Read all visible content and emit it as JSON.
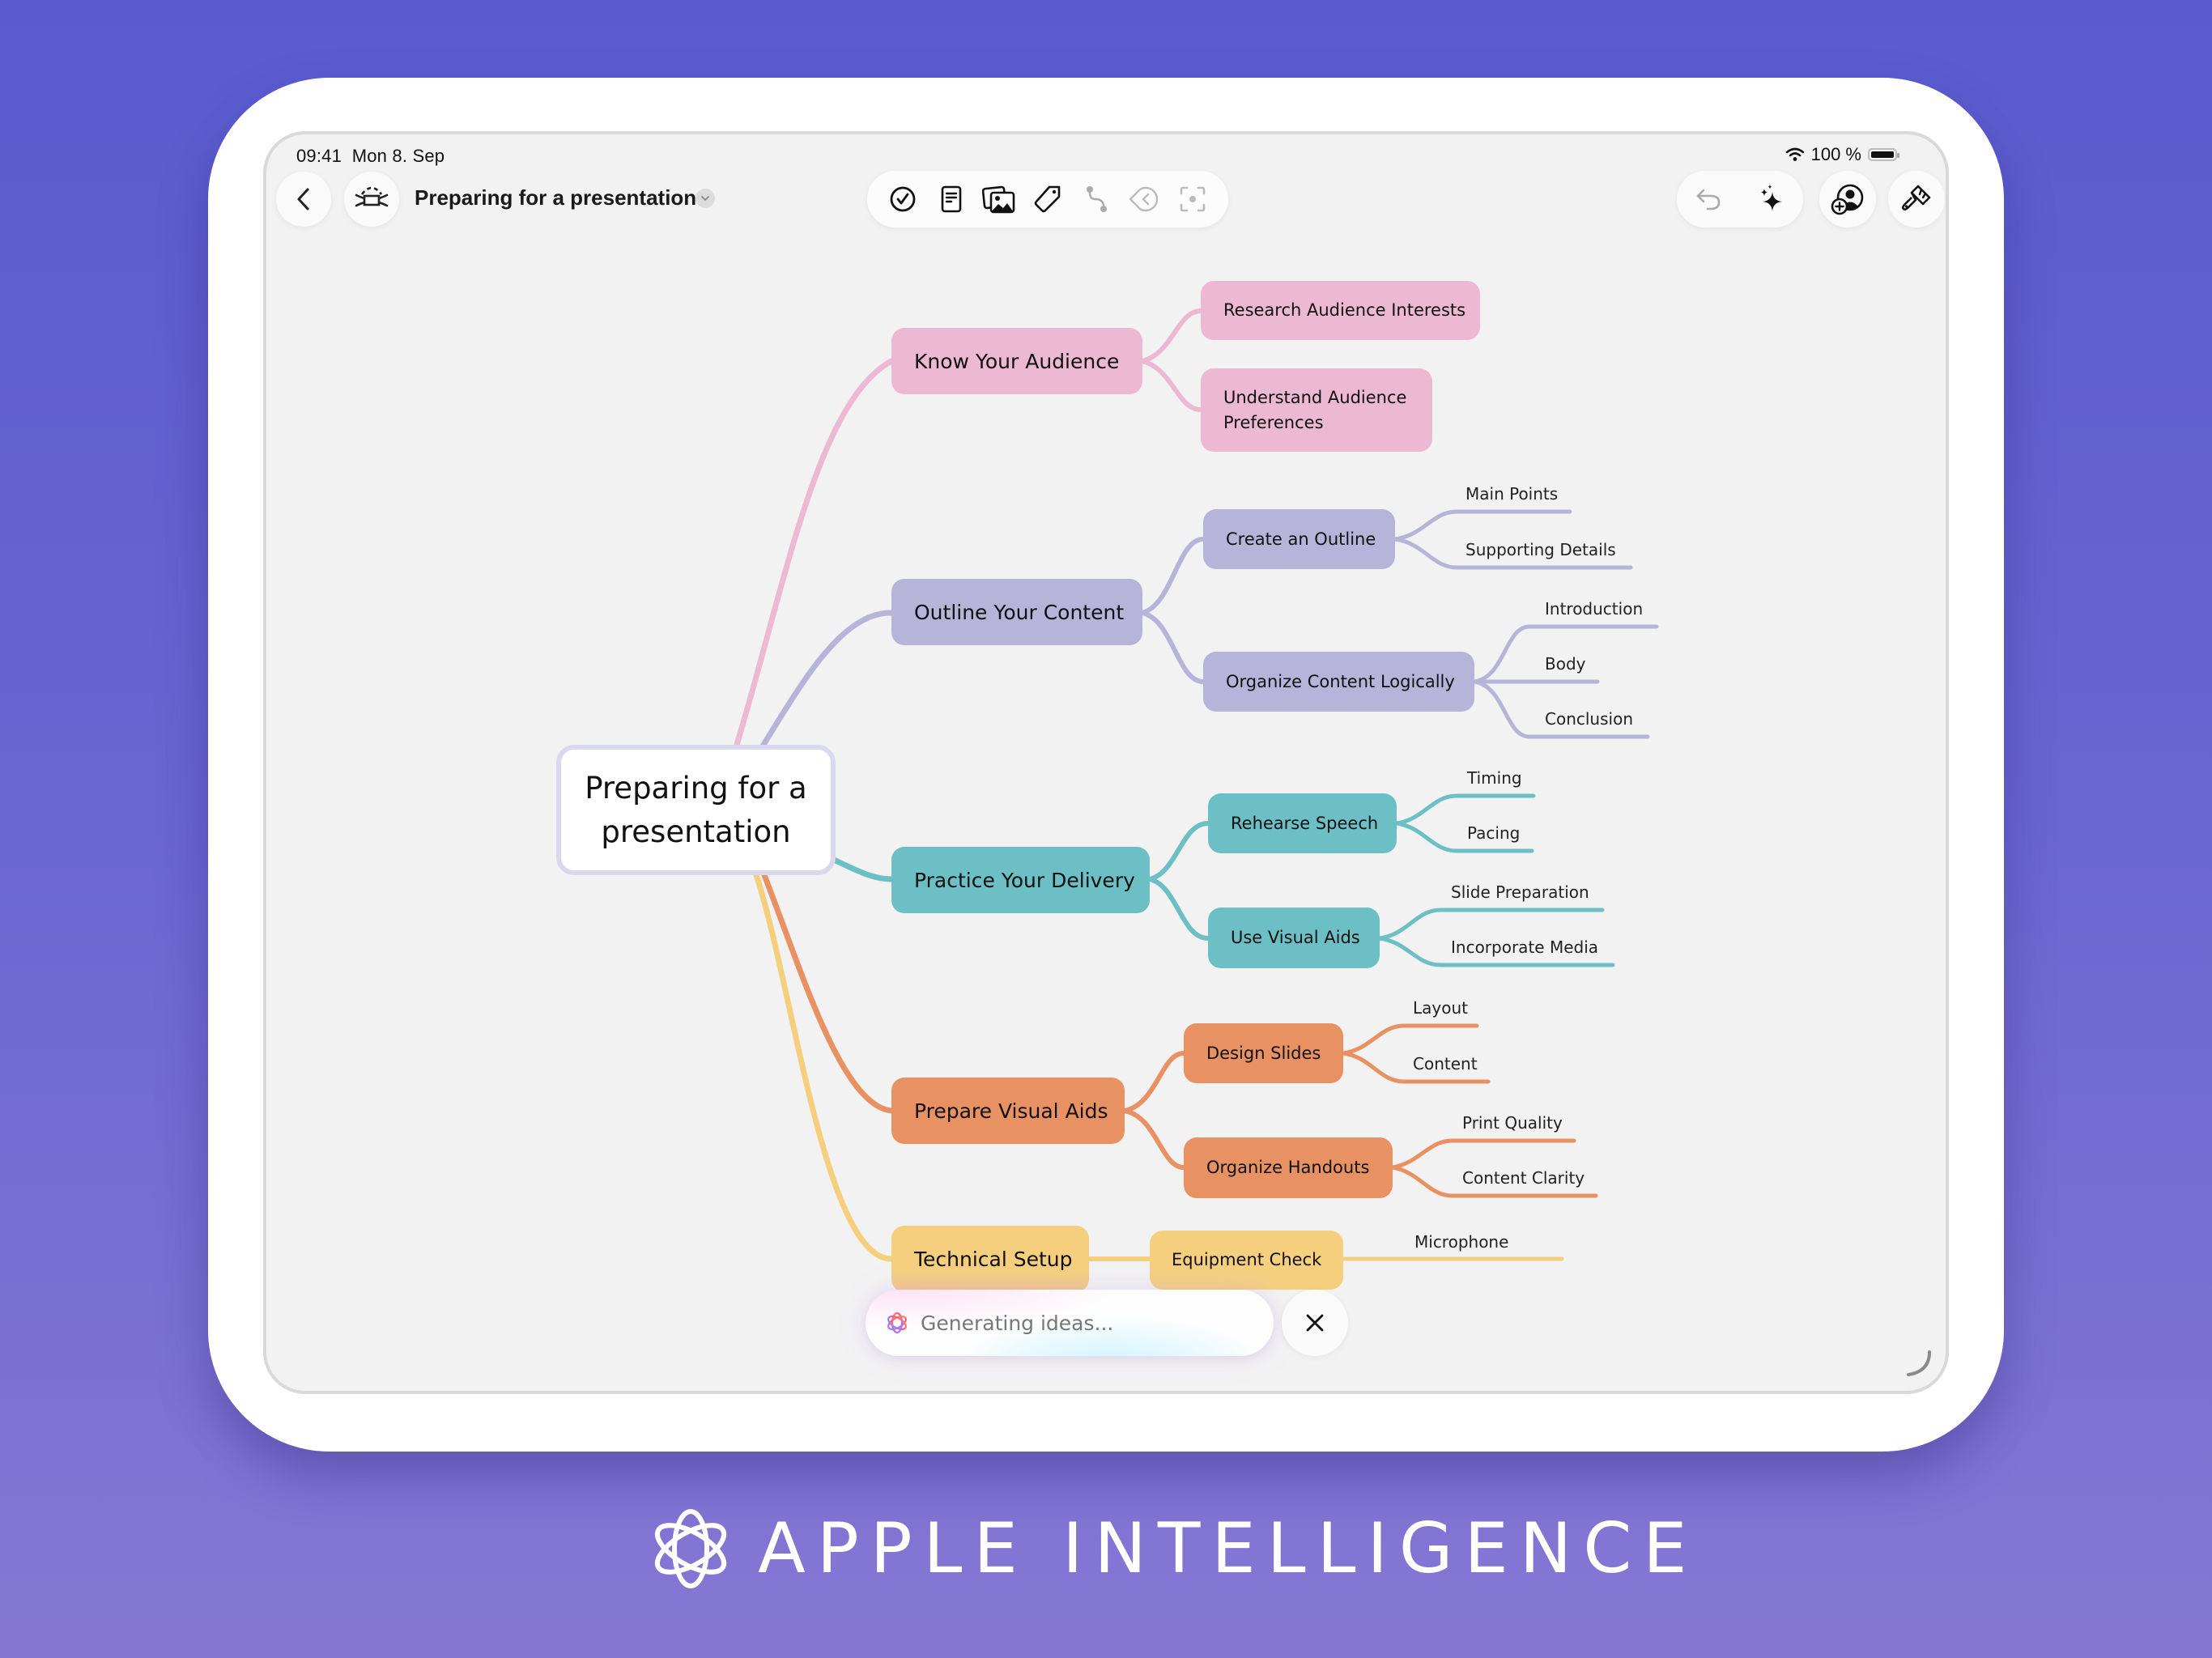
{
  "status_bar": {
    "time": "09:41",
    "date": "Mon 8. Sep",
    "battery": "100 %"
  },
  "header": {
    "title": "Preparing for a presentation",
    "back_icon": "chevron-left-icon",
    "mindmap_icon": "mind-map-icon",
    "title_menu_icon": "chevron-down-icon"
  },
  "toolbar": {
    "items": [
      {
        "name": "task",
        "icon": "checkmark-circle-icon",
        "enabled": true
      },
      {
        "name": "note",
        "icon": "note-icon",
        "enabled": true
      },
      {
        "name": "image",
        "icon": "photos-icon",
        "enabled": true
      },
      {
        "name": "tag",
        "icon": "tag-icon",
        "enabled": true
      },
      {
        "name": "connect",
        "icon": "connection-icon",
        "enabled": false
      },
      {
        "name": "collapse",
        "icon": "collapse-icon",
        "enabled": false
      },
      {
        "name": "focus",
        "icon": "focus-icon",
        "enabled": false
      }
    ]
  },
  "right_actions": {
    "undo": "undo-icon",
    "ai": "sparkles-icon",
    "collaborate": "add-collaborator-icon",
    "style": "paintbrush-icon"
  },
  "colors": {
    "pink": "#edb8d2",
    "lavender": "#b6b4d9",
    "teal": "#6cbfc4",
    "orange": "#e89162",
    "yellow": "#f5cf7e",
    "root_border": "#d9d8ee",
    "canvas": "#f2f2f2"
  },
  "mindmap": {
    "root": "Preparing for a presentation",
    "branches": [
      {
        "label": "Know Your Audience",
        "color": "#edb8d2",
        "children": [
          {
            "label": "Research Audience Interests",
            "leaves": []
          },
          {
            "label": "Understand Audience Preferences",
            "leaves": []
          }
        ]
      },
      {
        "label": "Outline Your Content",
        "color": "#b6b4d9",
        "children": [
          {
            "label": "Create an Outline",
            "leaves": [
              "Main Points",
              "Supporting Details"
            ]
          },
          {
            "label": "Organize Content Logically",
            "leaves": [
              "Introduction",
              "Body",
              "Conclusion"
            ]
          }
        ]
      },
      {
        "label": "Practice Your Delivery",
        "color": "#6cbfc4",
        "children": [
          {
            "label": "Rehearse Speech",
            "leaves": [
              "Timing",
              "Pacing"
            ]
          },
          {
            "label": "Use Visual Aids",
            "leaves": [
              "Slide Preparation",
              "Incorporate Media"
            ]
          }
        ]
      },
      {
        "label": "Prepare Visual Aids",
        "color": "#e89162",
        "children": [
          {
            "label": "Design Slides",
            "leaves": [
              "Layout",
              "Content"
            ]
          },
          {
            "label": "Organize Handouts",
            "leaves": [
              "Print Quality",
              "Content Clarity"
            ]
          }
        ]
      },
      {
        "label": "Technical Setup",
        "color": "#f5cf7e",
        "children": [
          {
            "label": "Equipment Check",
            "leaves": [
              "Microphone"
            ]
          }
        ]
      }
    ]
  },
  "ai_status": {
    "text": "Generating ideas...",
    "icon": "apple-intelligence-icon",
    "close_icon": "close-icon"
  },
  "branding": {
    "text": "APPLE INTELLIGENCE",
    "icon": "apple-intelligence-icon"
  }
}
